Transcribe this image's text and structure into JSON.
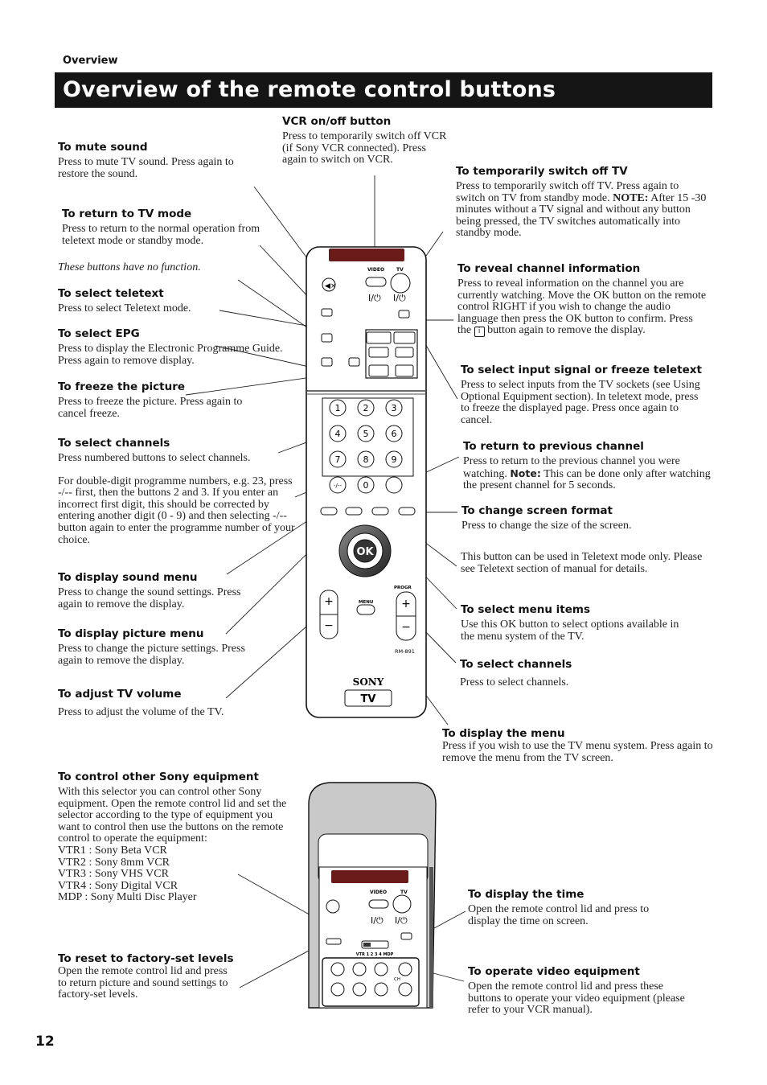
{
  "header": {
    "section": "Overview",
    "title": "Overview of the remote control buttons",
    "page_number": "12"
  },
  "left": {
    "mute": {
      "heading": "To mute sound",
      "text": "Press to mute TV sound. Press again to restore the sound."
    },
    "tv_mode": {
      "heading": "To return to TV mode",
      "text": "Press to return to the normal operation from teletext mode or standby mode."
    },
    "no_function": "These buttons have no function.",
    "teletext": {
      "heading": "To select teletext",
      "text": "Press to select Teletext mode."
    },
    "epg": {
      "heading": "To select EPG",
      "text": "Press to display the Electronic Programme Guide.  Press again to remove display."
    },
    "freeze": {
      "heading": "To freeze the picture",
      "text": "Press to freeze the picture. Press again to cancel freeze."
    },
    "channels": {
      "heading": "To select channels",
      "text": "Press numbered buttons to select channels.",
      "text2": "For double-digit programme numbers, e.g. 23, press  -/-- first, then the buttons 2 and 3. If you enter an incorrect first digit, this should be corrected by entering another digit (0 - 9) and then selecting -/-- button again to enter the programme number of your choice."
    },
    "sound_menu": {
      "heading": "To display sound menu",
      "text": "Press to change the sound settings. Press again to remove the display."
    },
    "picture_menu": {
      "heading": "To display picture menu",
      "text": "Press to change the picture settings. Press again to remove the display."
    },
    "volume": {
      "heading": "To adjust TV volume",
      "text": "Press to adjust the volume of the TV."
    },
    "other_sony": {
      "heading": "To control other Sony equipment",
      "text": "With this selector you can control other Sony equipment.  Open the remote control lid and set the selector according to the type of equipment you want to control then use the buttons on the remote control to operate the equipment:",
      "list": [
        "VTR1 : Sony Beta VCR",
        "VTR2 : Sony 8mm VCR",
        "VTR3 : Sony VHS VCR",
        "VTR4 : Sony Digital VCR",
        "MDP : Sony Multi Disc Player"
      ]
    },
    "factory": {
      "heading": "To reset to factory-set levels",
      "text": "Open the remote control lid and press to return picture and sound settings to factory-set levels."
    }
  },
  "center": {
    "vcr": {
      "heading": "VCR on/off button",
      "text": "Press to temporarily switch off VCR (if Sony VCR connected). Press again to switch on VCR."
    }
  },
  "right": {
    "switch_off": {
      "heading": "To temporarily switch off TV",
      "text": "Press to temporarily switch off TV.  Press again to switch on TV from standby mode.",
      "note_label": "NOTE:",
      "note": "After 15 -30 minutes without a TV signal and without any button being pressed, the TV switches automatically into standby mode."
    },
    "reveal": {
      "heading": "To reveal channel information",
      "text_a": "Press to reveal information on the channel you are currently watching. Move the OK button on the remote control RIGHT if you wish to change the audio language then press the OK button to confirm.  Press the",
      "text_b": "button again to remove the display."
    },
    "input": {
      "heading": "To select input signal or freeze teletext",
      "text": "Press to select inputs from the TV sockets (see Using Optional Equipment section). In teletext mode, press to freeze the displayed page. Press once again to cancel."
    },
    "previous": {
      "heading": "To return to previous channel",
      "text": "Press to return to the previous channel you were watching.",
      "note_label": "Note:",
      "note": "This can be done only after watching the present channel for 5 seconds."
    },
    "format": {
      "heading": "To change screen format",
      "text": "Press to change the size of the screen."
    },
    "teletext_only": "This button can be used in Teletext mode only. Please see Teletext section of manual for details.",
    "menu_items": {
      "heading": "To select menu items",
      "text": "Use this OK button to select options available in the menu system of the TV."
    },
    "channels": {
      "heading": "To select channels",
      "text": "Press to select channels."
    },
    "menu": {
      "heading": "To display the menu",
      "text": "Press if you wish to use the TV menu system.  Press again to remove the menu from the TV screen."
    },
    "time": {
      "heading": "To display the time",
      "text": "Open the remote control lid and press to display the time on screen."
    },
    "video": {
      "heading": "To operate video equipment",
      "text": "Open the remote control lid and press these buttons to operate your video equipment (please refer to your VCR manual)."
    }
  },
  "remote": {
    "video_label": "VIDEO",
    "tv_label": "TV",
    "power_symbol": "I/⏻",
    "digits": [
      "1",
      "2",
      "3",
      "4",
      "5",
      "6",
      "7",
      "8",
      "9"
    ],
    "zero": "0",
    "dash": "-/--",
    "ok": "OK",
    "menu": "MENU",
    "progr": "PROGR",
    "model": "RM-891",
    "brand": "SONY",
    "brand_badge": "TV",
    "selector": "VTR 1 2 3 4 MDP",
    "ch": "CH",
    "ir_window_color": "#6b1a1a"
  }
}
